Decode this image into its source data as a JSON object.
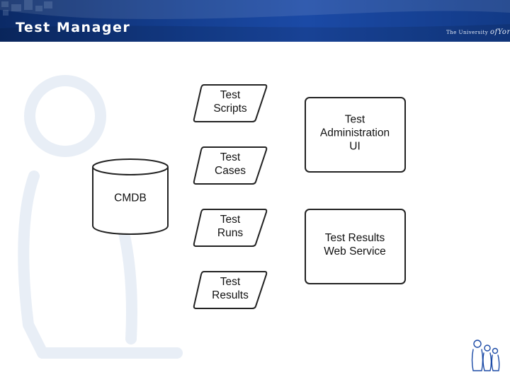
{
  "header": {
    "title": "Test Manager",
    "logo_text_prefix": "The University",
    "logo_text_of": "of",
    "logo_text_york": "York"
  },
  "diagram": {
    "database": {
      "label": "CMDB"
    },
    "data_items": [
      {
        "label": "Test\nScripts"
      },
      {
        "label": "Test\nCases"
      },
      {
        "label": "Test\nRuns"
      },
      {
        "label": "Test\nResults"
      }
    ],
    "processes": [
      {
        "label": "Test\nAdministration\nUI"
      },
      {
        "label": "Test Results\nWeb Service"
      }
    ]
  },
  "colors": {
    "header_dark": "#0b2a66",
    "header_mid": "#1b4aa6",
    "shape_stroke": "#222222",
    "watermark": "#e8eef6"
  }
}
